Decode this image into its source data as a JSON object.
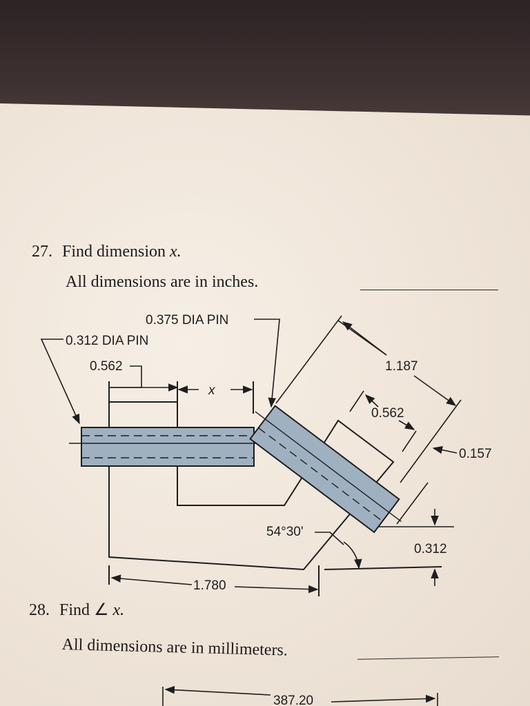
{
  "problem27": {
    "number": "27.",
    "title": "Find dimension",
    "variable": "x.",
    "units_note": "All dimensions are in inches."
  },
  "figure": {
    "pin_large_label": "0.375 DIA PIN",
    "pin_small_label": "0.312 DIA PIN",
    "dim_0562_left": "0.562",
    "dim_x": "x",
    "dim_1187": "1.187",
    "dim_0562_right": "0.562",
    "dim_0157": "0.157",
    "angle": "54°30'",
    "dim_0312": "0.312",
    "dim_1780": "1.780"
  },
  "problem28": {
    "number": "28.",
    "title": "Find ∠",
    "variable": "x.",
    "units_note": "All dimensions are in millimeters.",
    "dim_bottom": "387.20"
  },
  "colors": {
    "pin_fill": "#9fb1c0",
    "paper": "#f2e9df",
    "ink": "#1e1e1e"
  }
}
